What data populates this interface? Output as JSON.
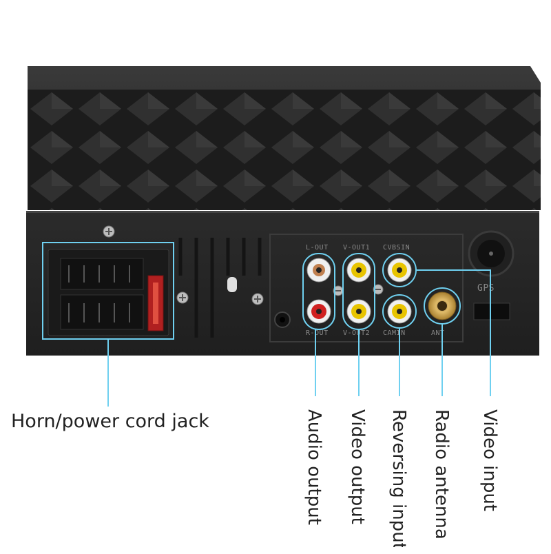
{
  "colors": {
    "accent": "#6fd0f0",
    "housing": "#2a2a2a",
    "rca_white": "#e8e8e8",
    "rca_yellow": "#e8c400",
    "rca_red": "#d02020",
    "antenna_gold": "#c9a050"
  },
  "panel": {
    "port_labels": {
      "l_out": "L-OUT",
      "v_out1": "V-OUT1",
      "cvbsin": "CVBSIN",
      "r_out": "R-OUT",
      "v_out2": "V-OUT2",
      "camin": "CAMIN",
      "ant": "ANT",
      "gps": "GPS"
    }
  },
  "callouts": {
    "horn_power": "Horn/power cord jack",
    "audio_output": "Audio output",
    "video_output": "Video output",
    "reversing_input": "Reversing input",
    "radio_antenna": "Radio antenna",
    "video_input": "Video input"
  }
}
